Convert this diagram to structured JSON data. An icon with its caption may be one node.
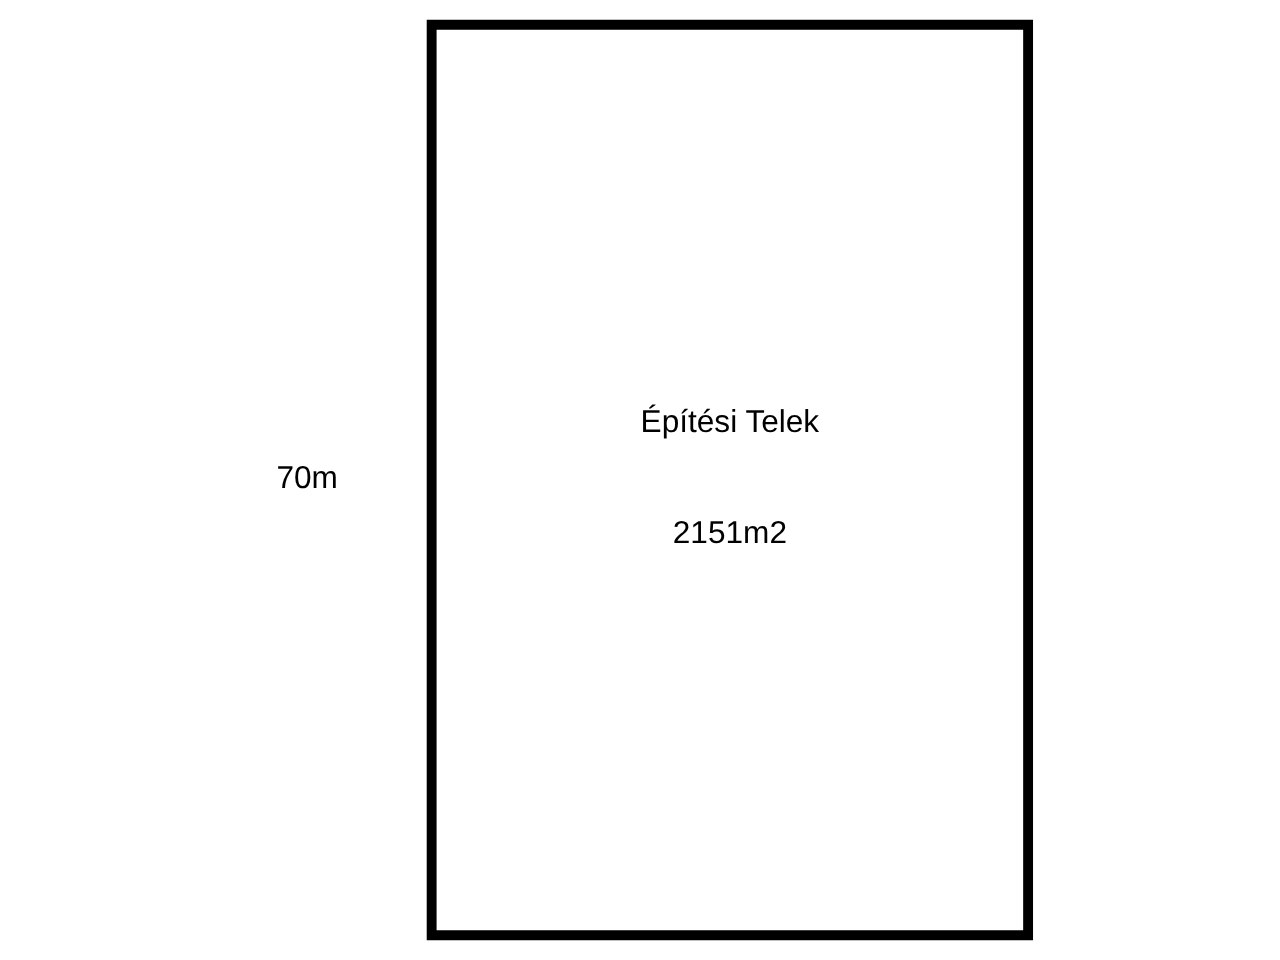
{
  "diagram": {
    "nodes": [
      {
        "text": [
          "Építési Telek",
          "2151m2"
        ]
      }
    ],
    "labels": [
      "70m"
    ]
  }
}
